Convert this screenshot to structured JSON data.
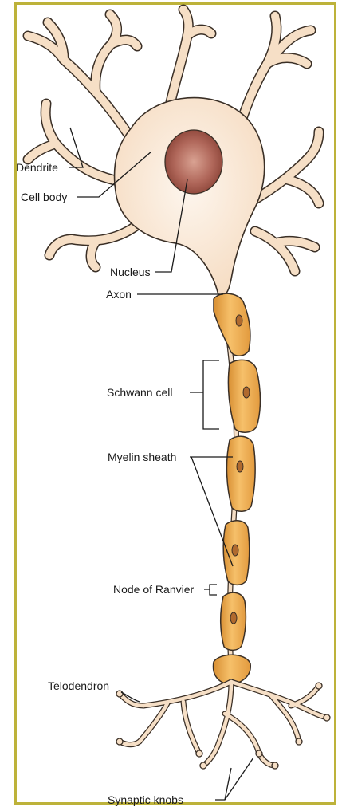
{
  "diagram": {
    "labels": {
      "dendrite": "Dendrite",
      "cell_body": "Cell body",
      "nucleus": "Nucleus",
      "axon": "Axon",
      "schwann_cell": "Schwann cell",
      "myelin_sheath": "Myelin sheath",
      "node_of_ranvier": "Node of Ranvier",
      "telodendron": "Telodendron",
      "synaptic_knobs": "Synaptic knobs"
    },
    "colors": {
      "cell_fill": "#f9e6d2",
      "cell_outline": "#3a2f26",
      "nucleus": "#a2584c",
      "myelin": "#f0b25a",
      "myelin_dark": "#d48c30",
      "frame_border": "#bdb23a"
    }
  }
}
